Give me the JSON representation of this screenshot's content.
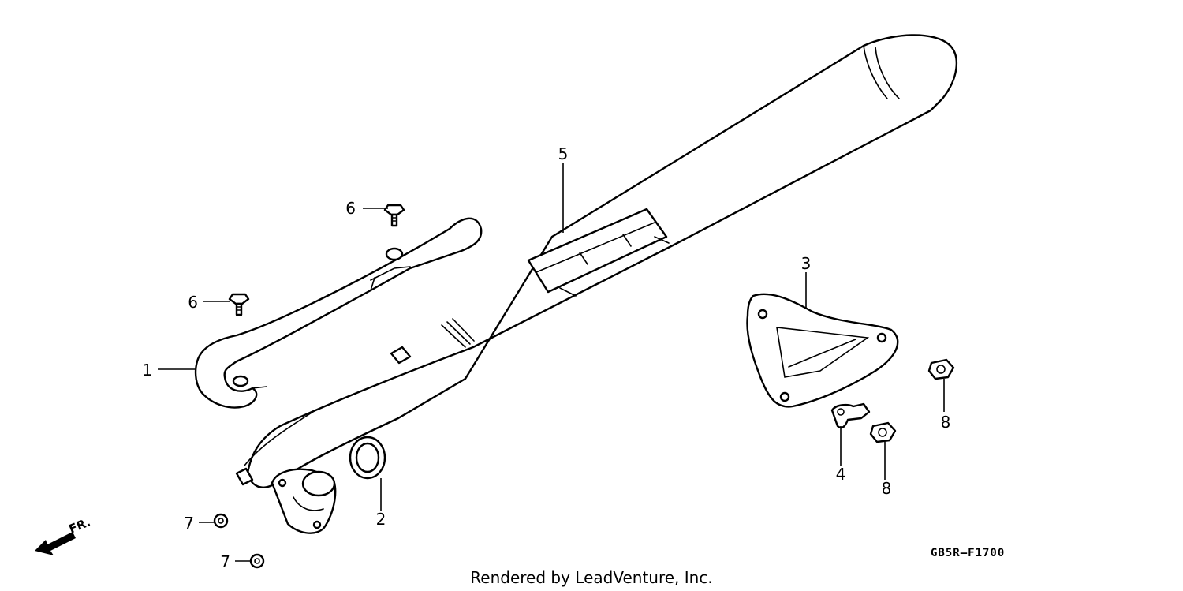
{
  "diagram": {
    "callouts": {
      "c1": "1",
      "c2": "2",
      "c3": "3",
      "c4": "4",
      "c5": "5",
      "c6a": "6",
      "c6b": "6",
      "c7a": "7",
      "c7b": "7",
      "c8a": "8",
      "c8b": "8"
    },
    "diagram_code": "GB5R–F1700",
    "front_indicator": "FR.",
    "footer": "Rendered by LeadVenture, Inc."
  }
}
